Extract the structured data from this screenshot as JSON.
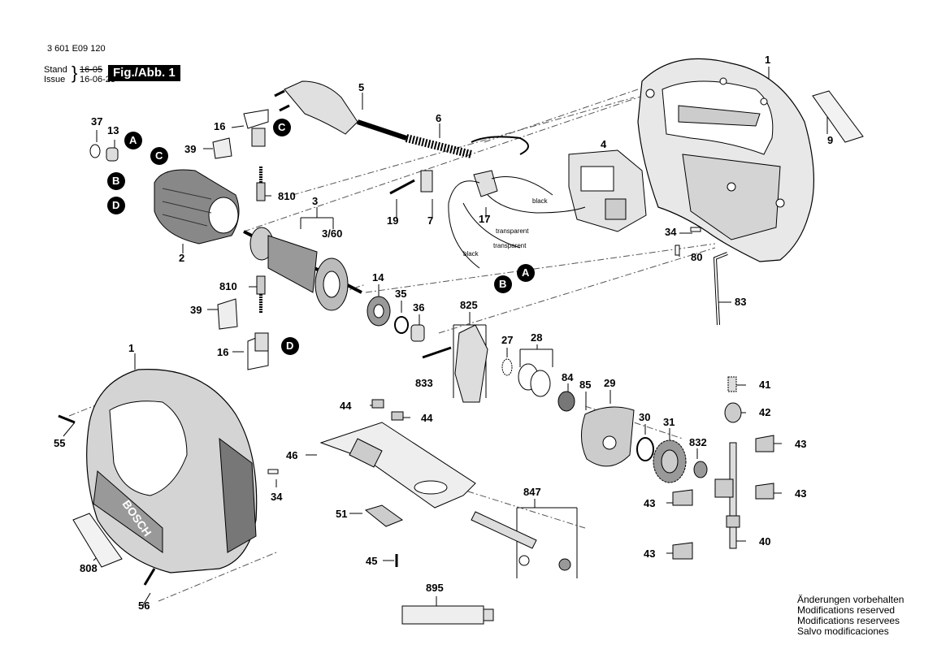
{
  "header": {
    "part_number": "3 601 E09 120",
    "stand_label": "Stand",
    "issue_label": "Issue",
    "stand_date": "16-05",
    "issue_date": "16-06-23",
    "figure_badge": "Fig./Abb. 1"
  },
  "modifications": [
    "Änderungen vorbehalten",
    "Modifications reserved",
    "Modifications reservees",
    "Salvo modificaciones"
  ],
  "callouts": {
    "c1": "1",
    "c1b": "1",
    "c2": "2",
    "c3": "3",
    "c3_60": "3/60",
    "c4": "4",
    "c5": "5",
    "c6": "6",
    "c7": "7",
    "c9": "9",
    "c13": "13",
    "c14": "14",
    "c16a": "16",
    "c16b": "16",
    "c17": "17",
    "c19": "19",
    "c27": "27",
    "c28": "28",
    "c29": "29",
    "c30": "30",
    "c31": "31",
    "c34a": "34",
    "c34b": "34",
    "c35": "35",
    "c36": "36",
    "c37": "37",
    "c39a": "39",
    "c39b": "39",
    "c40": "40",
    "c41": "41",
    "c42": "42",
    "c43a": "43",
    "c43b": "43",
    "c43c": "43",
    "c43d": "43",
    "c44a": "44",
    "c44b": "44",
    "c45": "45",
    "c46": "46",
    "c51": "51",
    "c55": "55",
    "c56": "56",
    "c80": "80",
    "c83": "83",
    "c84": "84",
    "c85": "85",
    "c808": "808",
    "c810a": "810",
    "c810b": "810",
    "c825": "825",
    "c832": "832",
    "c833": "833",
    "c847": "847",
    "c895": "895"
  },
  "markers": {
    "A": "A",
    "B": "B",
    "C": "C",
    "D": "D"
  },
  "wire_labels": {
    "black1": "black",
    "transparent1": "transparent",
    "transparent2": "transparent",
    "black2": "black"
  },
  "brand_text": "BOSCH"
}
